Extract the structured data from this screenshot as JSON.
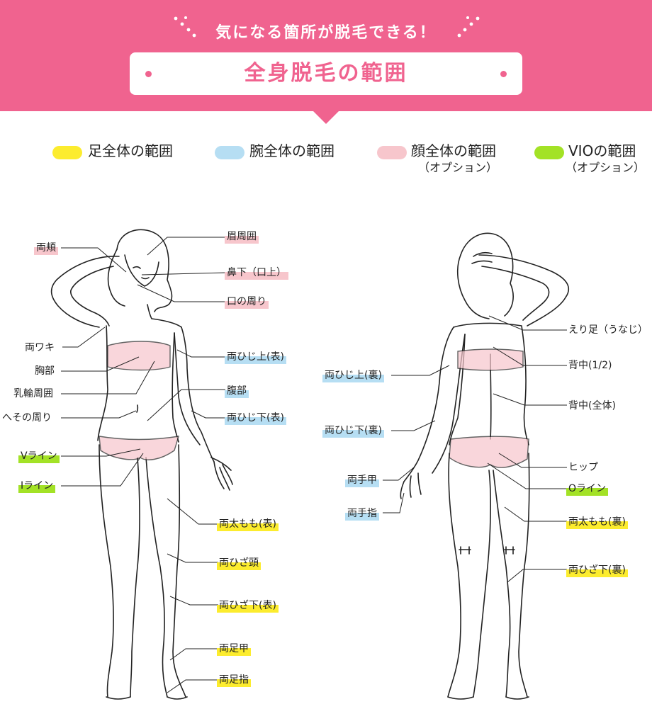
{
  "header": {
    "subtitle": "気になる箇所が脱毛できる！",
    "title": "全身脱毛の範囲"
  },
  "colors": {
    "pink": "#f0638f",
    "legs": "#fcec2e",
    "arms": "#b6def3",
    "face": "#f7c6cc",
    "vio": "#a3e226"
  },
  "legend": [
    {
      "label": "足全体の範囲",
      "sub": "",
      "color": "#fcec2e"
    },
    {
      "label": "腕全体の範囲",
      "sub": "",
      "color": "#b6def3"
    },
    {
      "label": "顔全体の範囲",
      "sub": "（オプション）",
      "color": "#f7c6cc"
    },
    {
      "label": "VIOの範囲",
      "sub": "（オプション）",
      "color": "#a3e226"
    }
  ],
  "front_labels": {
    "cheeks": "両頬",
    "brows": "眉周囲",
    "under_nose": "鼻下（口上）",
    "around_mouth": "口の周り",
    "underarm": "両ワキ",
    "chest": "胸部",
    "areola": "乳輪周囲",
    "navel": "へその周り",
    "upper_arm_front": "両ひじ上(表)",
    "abdomen": "腹部",
    "lower_arm_front": "両ひじ下(表)",
    "v_line": "Vライン",
    "i_line": "Iライン",
    "thigh_front": "両太もも(表)",
    "knee": "両ひざ頭",
    "shin": "両ひざ下(表)",
    "foot_top": "両足甲",
    "toes": "両足指"
  },
  "back_labels": {
    "nape": "えり足（うなじ）",
    "back_half": "背中(1/2)",
    "upper_arm_back": "両ひじ上(裏)",
    "back_full": "背中(全体)",
    "lower_arm_back": "両ひじ下(裏)",
    "hip": "ヒップ",
    "hand_back": "両手甲",
    "o_line": "Oライン",
    "thigh_back": "両太もも(裏)",
    "fingers": "両手指",
    "calf": "両ひざ下(裏)"
  }
}
